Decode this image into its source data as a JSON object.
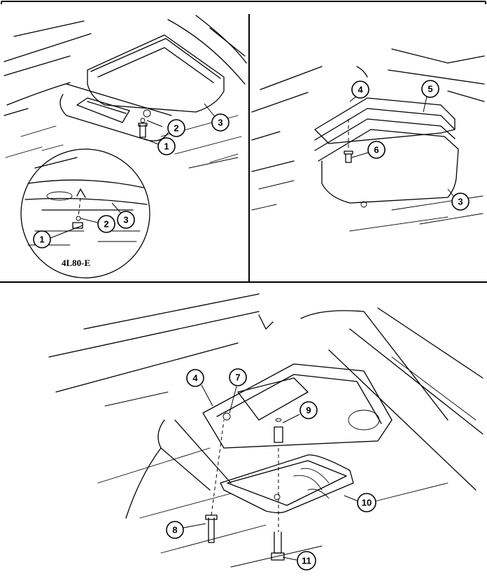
{
  "callouts": {
    "p1_1": "1",
    "p1_2": "2",
    "p1_3": "3",
    "d_1": "1",
    "d_2": "2",
    "d_3": "3",
    "p2_4": "4",
    "p2_5": "5",
    "p2_6": "6",
    "p2_3": "3",
    "p3_4": "4",
    "p3_7": "7",
    "p3_8": "8",
    "p3_9": "9",
    "p3_10": "10",
    "p3_11": "11"
  },
  "detail_caption": "4L80-E"
}
